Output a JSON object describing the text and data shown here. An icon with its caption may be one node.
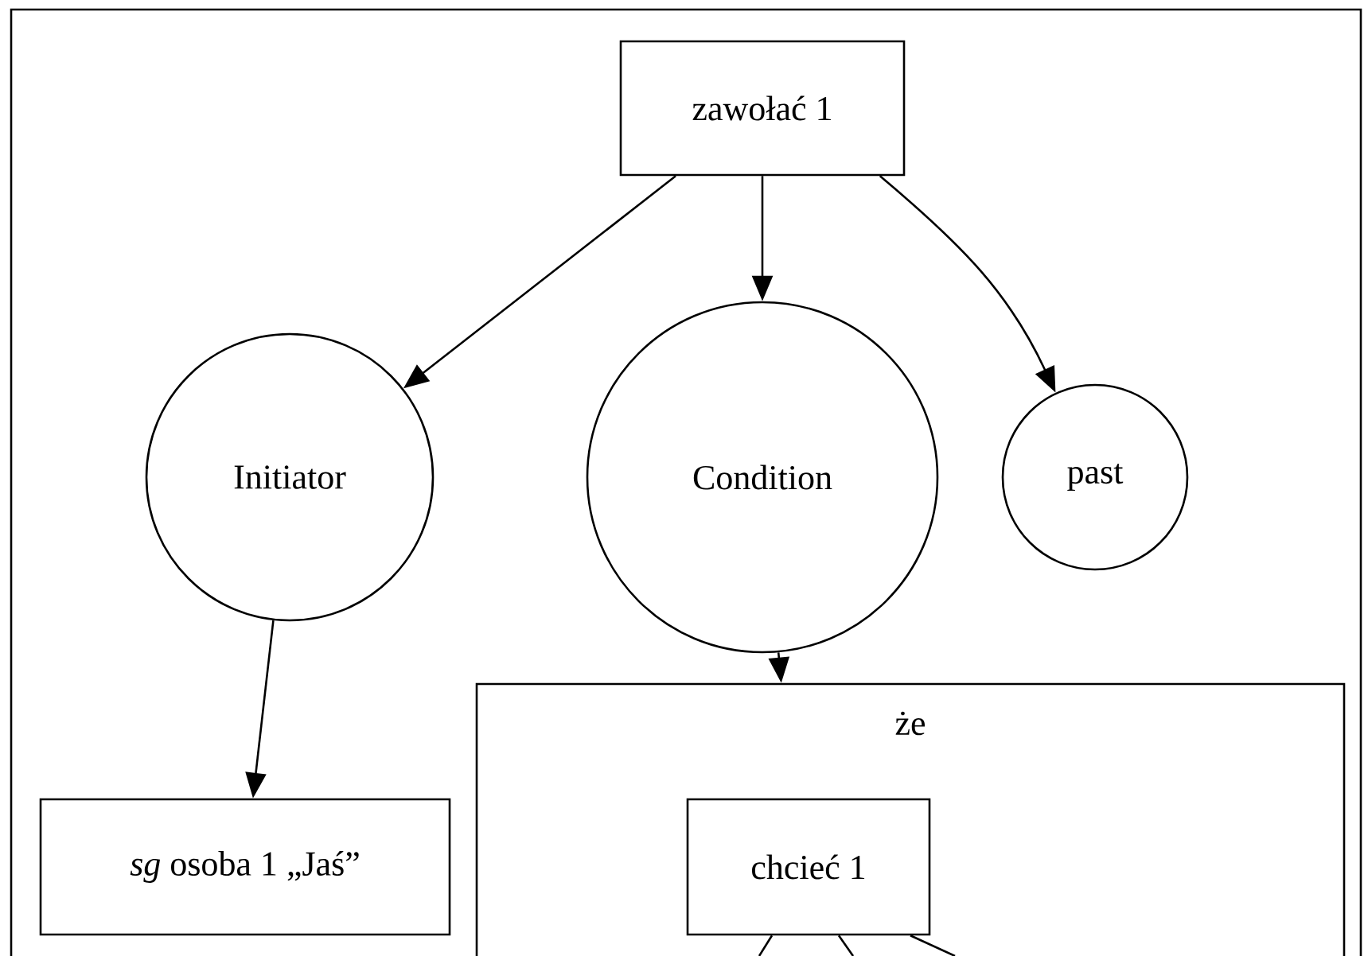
{
  "diagram": {
    "nodes": [
      {
        "text": [],
        "shape": "box"
      },
      {
        "text": [
          "zawołać 1"
        ],
        "in": 0
      },
      {
        "text": [
          "Initiator"
        ],
        "in": 0
      },
      {
        "text": [
          "Condition"
        ],
        "in": 0
      },
      {
        "text": [
          "past"
        ],
        "in": 0
      },
      {
        "text": [
          "że"
        ],
        "in": 0
      },
      {
        "text": [
          "*sg* osoba 1 „Jaś”"
        ],
        "in": 0
      },
      {
        "text": [
          "chcieć 1"
        ],
        "in": 5
      }
    ],
    "edges": [
      {
        "from": 1,
        "to": 2,
        "arrow": "to"
      },
      {
        "from": 1,
        "to": 3,
        "arrow": "to"
      },
      {
        "from": 1,
        "to": 4,
        "arrow": "to"
      },
      {
        "from": 2,
        "to": 6,
        "arrow": "to"
      },
      {
        "from": 3,
        "to": 5,
        "arrow": "to"
      },
      {
        "from": 7,
        "to": null,
        "arrow": "none"
      },
      {
        "from": 7,
        "to": null,
        "arrow": "none"
      },
      {
        "from": 7,
        "to": null,
        "arrow": "none"
      }
    ]
  }
}
